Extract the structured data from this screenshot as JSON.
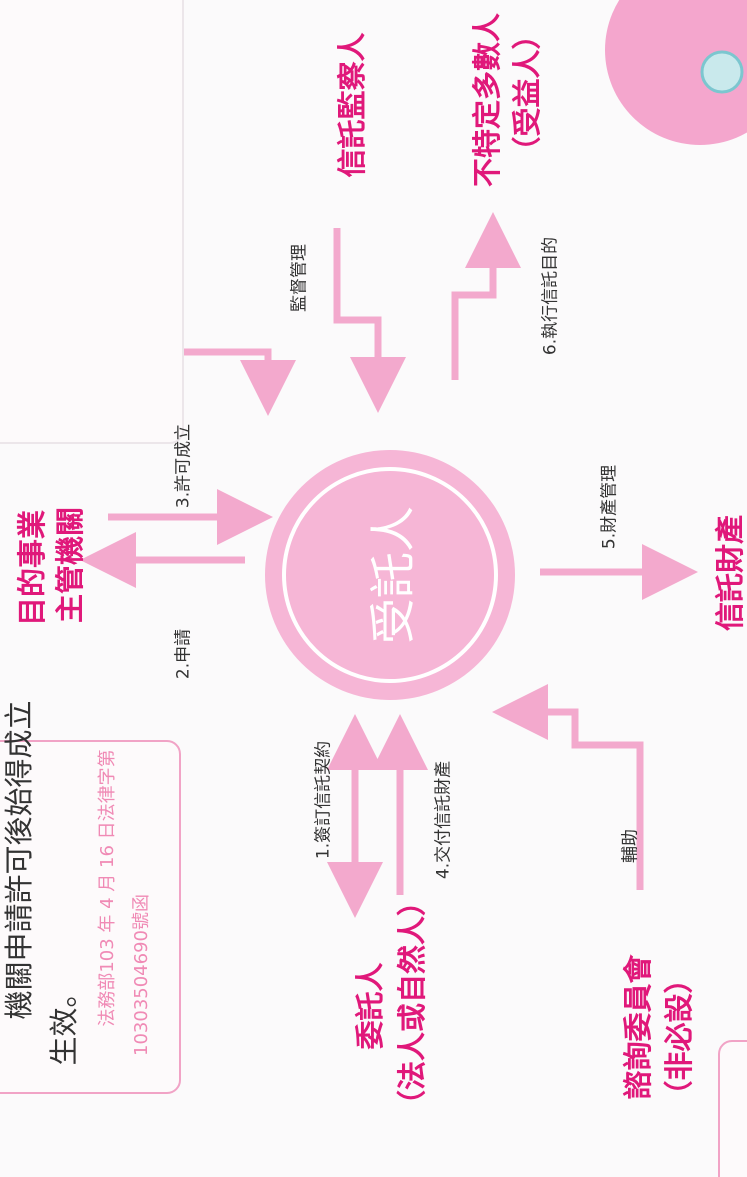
{
  "intro_box": {
    "line1": "機關申請許可後始得成立",
    "line2": "生效。",
    "note_line1": "法務部103 年 4 月 16 日法律字第",
    "note_line2": "10303504690號函"
  },
  "center": {
    "label": "受託人"
  },
  "nodes": {
    "agency_line1": "目的事業",
    "agency_line2": "主管機關",
    "supervisor": "信託監察人",
    "beneficiary_line1": "不特定多數人",
    "beneficiary_line2": "（受益人）",
    "settlor_line1": "委託人",
    "settlor_line2": "（法人或自然人）",
    "committee_line1": "諮詢委員會",
    "committee_line2": "（非必設）",
    "property": "信託財產"
  },
  "arrows": {
    "apply": "2.申請",
    "approve": "3.許可成立",
    "supervise": "監督管理",
    "execute": "6.執行信託目的",
    "manage": "5.財產管理",
    "sign": "1.簽訂信託契約",
    "deliver": "4.交付信託財產",
    "assist": "輔助"
  },
  "colors": {
    "accent": "#e0187a",
    "arrow": "#f3a9cd",
    "circle": "#f6b6d6",
    "note": "#f08ab5"
  }
}
